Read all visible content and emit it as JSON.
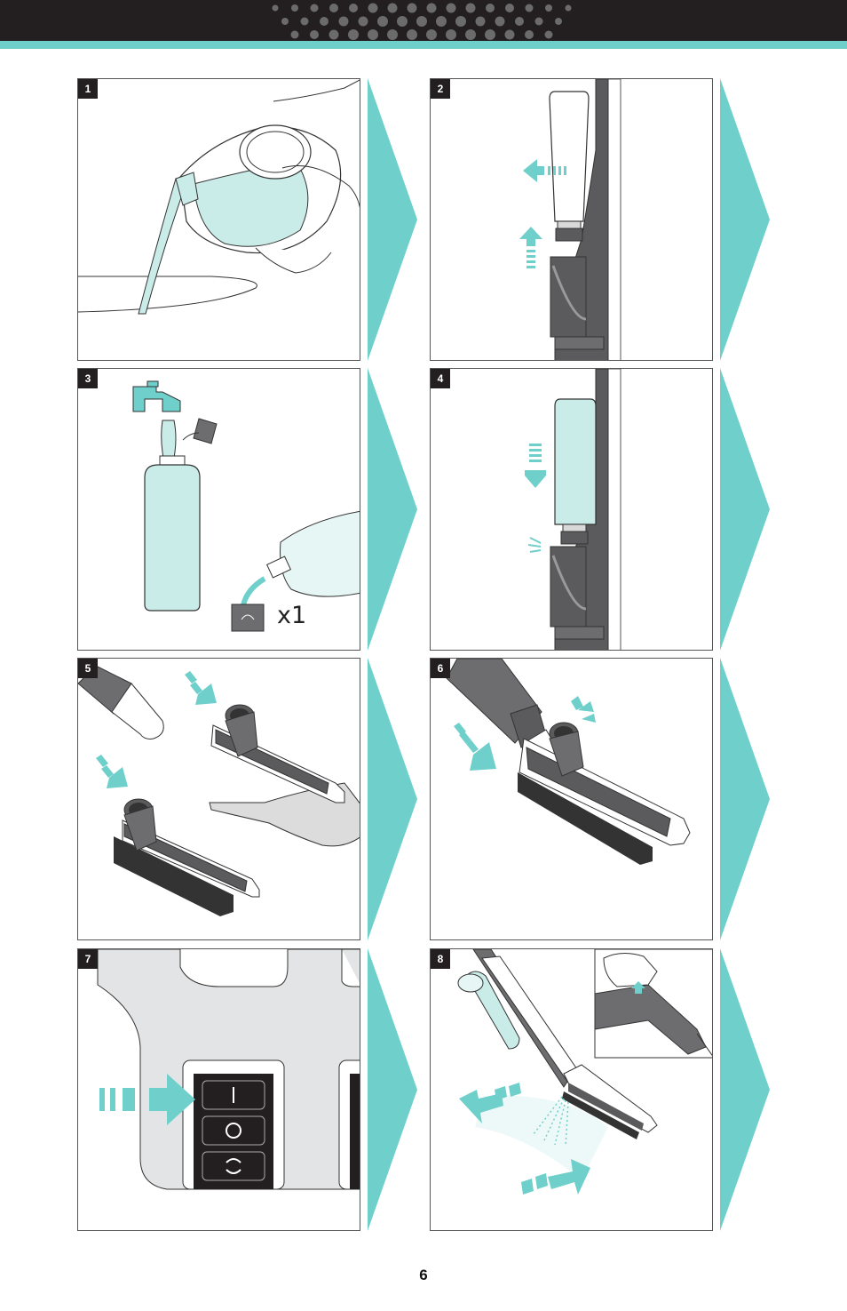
{
  "colors": {
    "accent": "#6fcfca",
    "header": "#231f20",
    "badge": "#231f20"
  },
  "steps": [
    {
      "number": "1",
      "scene": "pouring-water-from-tank-icon"
    },
    {
      "number": "2",
      "scene": "removing-bottle-icon"
    },
    {
      "number": "3",
      "scene": "filling-bottle-with-water-icon"
    },
    {
      "number": "4",
      "scene": "inserting-bottle-icon"
    },
    {
      "number": "5",
      "scene": "attaching-brush-nozzle-icon"
    },
    {
      "number": "6",
      "scene": "connecting-nozzle-to-hose-icon"
    },
    {
      "number": "7",
      "scene": "pressing-power-switch-icon"
    },
    {
      "number": "8",
      "scene": "spraying-and-scrubbing-icon"
    }
  ],
  "step3": {
    "quantity_label": "x1"
  },
  "page": {
    "number": "6"
  }
}
